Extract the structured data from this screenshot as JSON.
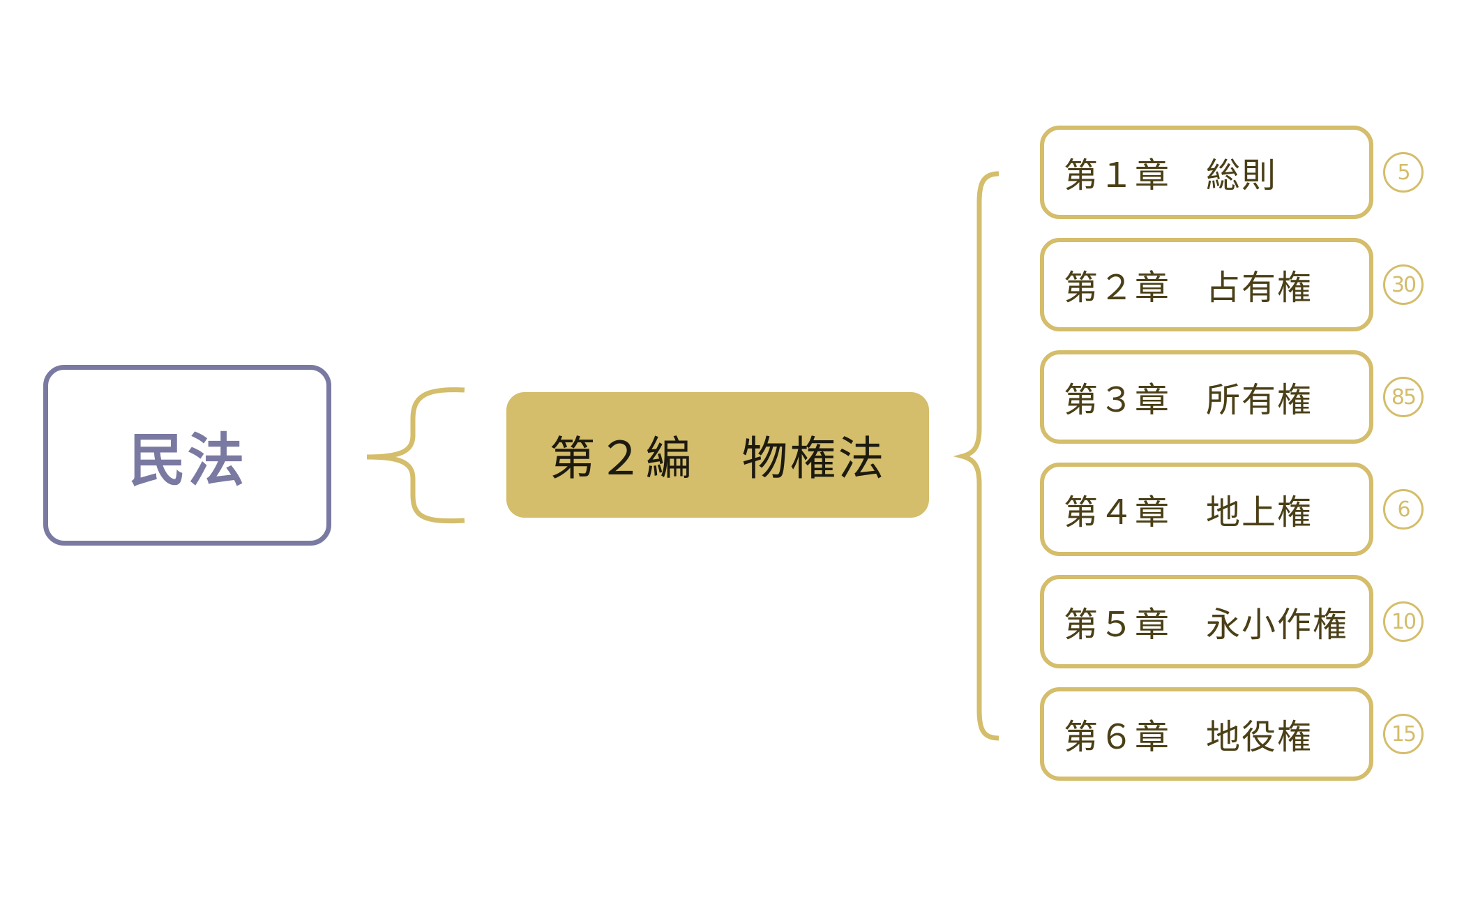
{
  "diagram": {
    "root": {
      "label": "民法"
    },
    "part": {
      "label": "第２編　物権法"
    },
    "chapters": [
      {
        "label": "第１章　総則",
        "count": "5"
      },
      {
        "label": "第２章　占有権",
        "count": "30"
      },
      {
        "label": "第３章　所有権",
        "count": "85"
      },
      {
        "label": "第４章　地上権",
        "count": "6"
      },
      {
        "label": "第５章　永小作権",
        "count": "10"
      },
      {
        "label": "第６章　地役権",
        "count": "15"
      }
    ]
  },
  "colors": {
    "root_border": "#7a79a2",
    "root_text": "#7a79a2",
    "accent_gold": "#d4bd6b",
    "chapter_text": "#4a3f16",
    "part_text": "#1d1a10"
  }
}
